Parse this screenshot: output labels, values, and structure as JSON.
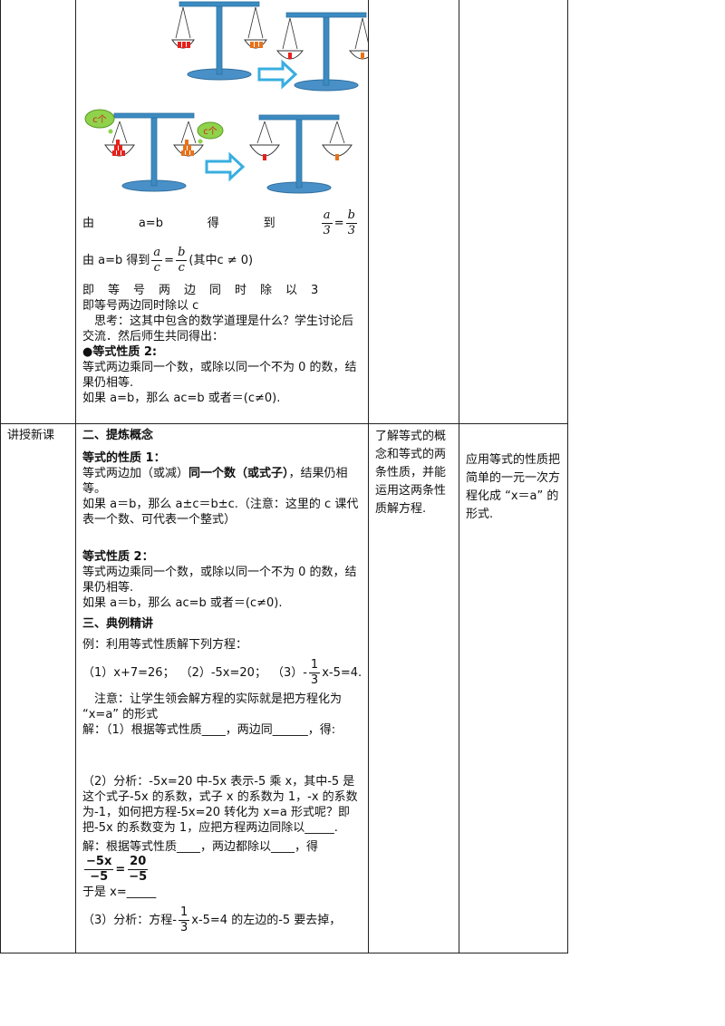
{
  "colors": {
    "scale": "#3b8bc2",
    "scale_dark": "#2f6f9e",
    "red_weight": "#e8201a",
    "orange_weight": "#e8721a",
    "arrow": "#38aee0",
    "bubble": "#8fd24b",
    "bubble_text": "#d0281e"
  },
  "icons": [
    "balance-scale-icon",
    "arrow-right-icon",
    "thought-bubble-icon"
  ],
  "illustration": {
    "bubble_label": "c个"
  },
  "top": {
    "line1": {
      "pre": "由",
      "eq": "a=b",
      "mid": "得",
      "post": "到",
      "lhs_num": "a",
      "lhs_den": "3",
      "rhs_num": "b",
      "rhs_den": "3"
    },
    "line2": {
      "pre": "由 a=b 得到",
      "lhs_num": "a",
      "lhs_den": "c",
      "rhs_num": "b",
      "rhs_den": "c",
      "cond": "(其中c ≠ 0)"
    },
    "line3": "即　等　号　两　边　同　时　除　以　3",
    "line4": "即等号两边同时除以 c",
    "think": "　思考：这其中包含的数学道理是什么？学生讨论后交流．然后师生共同得出：",
    "prop2_title": "●等式性质 2:",
    "prop2_text": "等式两边乘同一个数，或除以同一个不为 0 的数，结果仍相等.",
    "prop2_example": "如果 a=b，那么 ac=b 或者＝(c≠0)."
  },
  "row": {
    "label": "讲授新课",
    "section2_title": "二、提炼概念",
    "prop1_title": "等式的性质 1：",
    "prop1_text_a": "等式两边加（或减）",
    "prop1_text_bold": "同一个数（或式子）",
    "prop1_text_b": "，结果仍相等。",
    "prop1_example": "如果 a＝b，那么 a±c＝b±c.（注意：这里的 c 课代表一个数、可代表一个整式）",
    "prop2_title": "等式性质 2：",
    "prop2_text": "等式两边乘同一个数，或除以同一个不为 0 的数，结果仍相等.",
    "prop2_example": "如果 a＝b，那么 ac=b 或者＝(c≠0).",
    "section3_title": "三、典例精讲",
    "example_intro": "例：利用等式性质解下列方程：",
    "eq1": "（1）x+7=26；",
    "eq2": "（2）-5x=20；",
    "eq3_pre": "（3）-",
    "eq3_num": "1",
    "eq3_den": "3",
    "eq3_post": "x-5=4.",
    "note": "　注意：让学生领会解方程的实际就是把方程化为 “x=a” 的形式",
    "sol1": "解：（1）根据等式性质____，两边同______，得:",
    "analysis2": "（2）分析：-5x=20 中-5x 表示-5 乘 x，其中-5 是这个式子-5x 的系数，式子 x 的系数为 1，-x 的系数为-1，如何把方程-5x=20 转化为 x=a 形式呢？即把-5x 的系数变为 1，应把方程两边同除以_____.",
    "sol2": "解：根据等式性质____，两边都除以____，得",
    "frac_l_num": "−5x",
    "frac_l_den": "−5",
    "frac_r_num": "20",
    "frac_r_den": "−5",
    "so": "于是 x=_____",
    "analysis3_pre": "（3）分析：方程-",
    "analysis3_num": "1",
    "analysis3_den": "3",
    "analysis3_post": "x-5=4 的左边的-5 要去掉，",
    "col3": "了解等式的概念和等式的两条性质，并能运用这两条性质解方程.",
    "col4": "应用等式的性质把简单的一元一次方程化成 “x＝a” 的形式."
  }
}
